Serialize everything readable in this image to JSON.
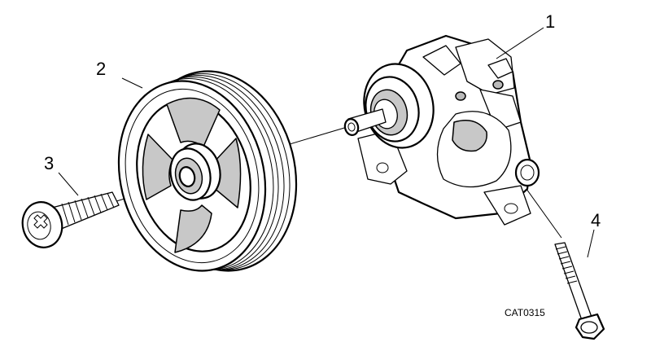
{
  "diagram": {
    "callouts": [
      {
        "id": "pump",
        "label": "1"
      },
      {
        "id": "pulley",
        "label": "2"
      },
      {
        "id": "pulley-bolt",
        "label": "3"
      },
      {
        "id": "mounting-bolt",
        "label": "4"
      }
    ],
    "catalog_code": "CAT0315"
  }
}
